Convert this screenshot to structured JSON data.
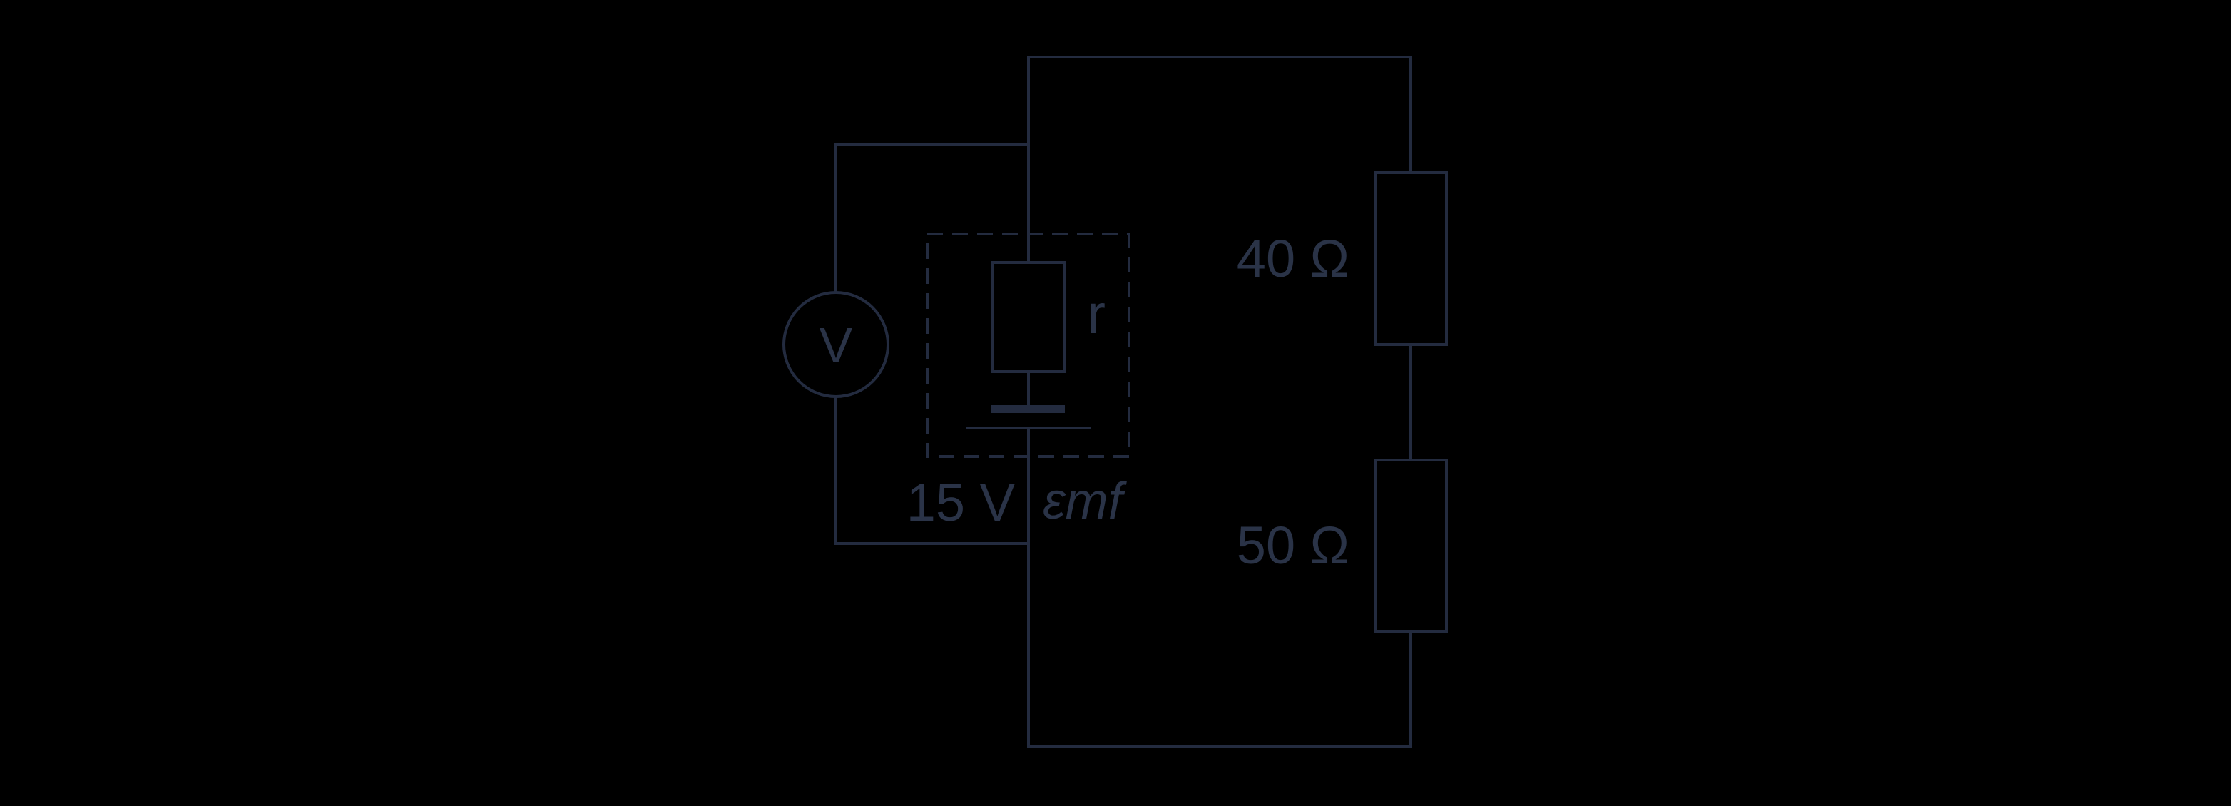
{
  "canvas": {
    "background": "#000000"
  },
  "colors": {
    "wire": "#232b3f",
    "text": "#2a3347"
  },
  "circuit": {
    "voltmeter": {
      "label": "V"
    },
    "battery": {
      "emf_value": "15 V",
      "emf_label": "εmf",
      "internal_resistance_label": "r"
    },
    "resistors": {
      "top": {
        "label": "40 Ω"
      },
      "bottom": {
        "label": "50 Ω"
      }
    }
  }
}
